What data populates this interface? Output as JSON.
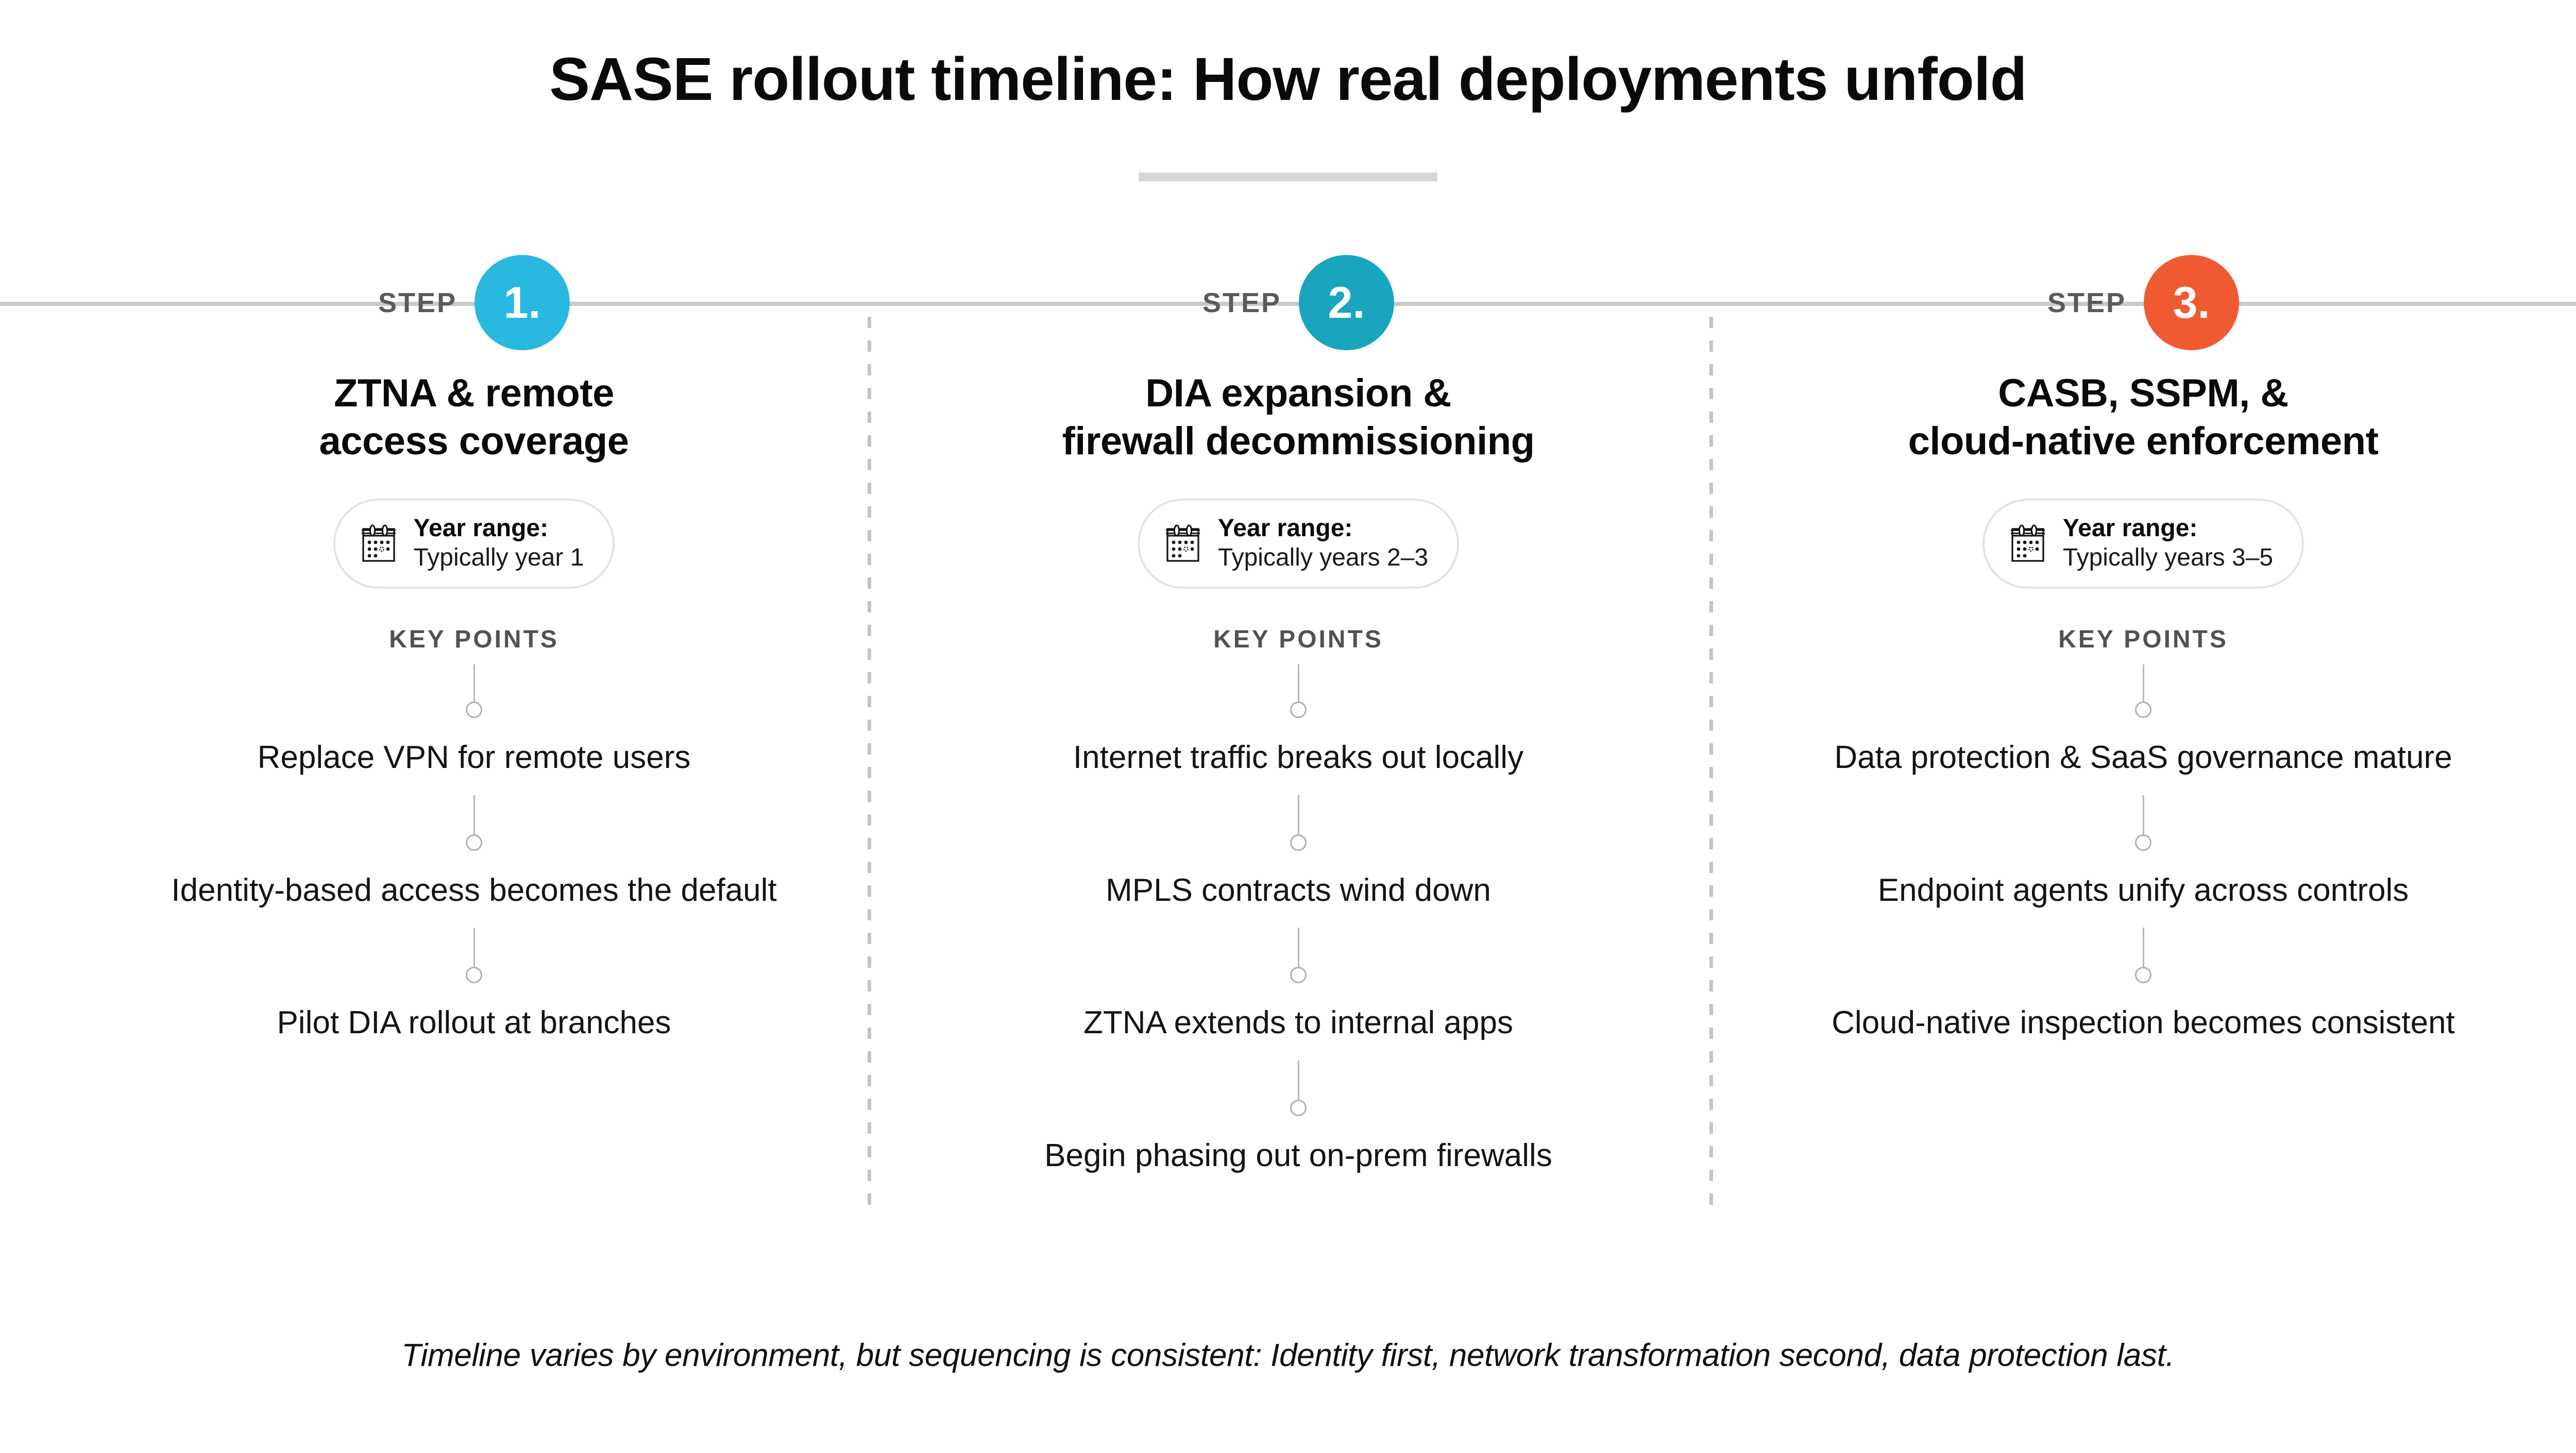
{
  "header": {
    "title": "SASE rollout timeline: How real deployments unfold",
    "accent_color": "#d6d6d6"
  },
  "labels": {
    "step_word": "STEP",
    "key_points_heading": "KEY POINTS",
    "year_range_label": "Year range:",
    "calendar_icon": "calendar-icon"
  },
  "steps": [
    {
      "number": "1.",
      "color": "#29b8e0",
      "heading_line1": "ZTNA & remote",
      "heading_line2": "access coverage",
      "year_range_label": "Year range:",
      "year_range_value": "Typically year 1",
      "key_points": [
        "Replace VPN for remote users",
        "Identity-based access becomes the default",
        "Pilot DIA rollout at branches"
      ]
    },
    {
      "number": "2.",
      "color": "#18a5bd",
      "heading_line1": "DIA expansion &",
      "heading_line2": "firewall decommissioning",
      "year_range_label": "Year range:",
      "year_range_value": "Typically years 2–3",
      "key_points": [
        "Internet traffic breaks out locally",
        "MPLS contracts wind down",
        "ZTNA extends to internal apps",
        "Begin phasing out on-prem firewalls"
      ]
    },
    {
      "number": "3.",
      "color": "#f05a32",
      "heading_line1": "CASB, SSPM, &",
      "heading_line2": "cloud-native enforcement",
      "year_range_label": "Year range:",
      "year_range_value": "Typically years 3–5",
      "key_points": [
        "Data protection & SaaS governance mature",
        "Endpoint agents unify across controls",
        "Cloud-native inspection becomes consistent"
      ]
    }
  ],
  "footer": {
    "note": "Timeline varies by environment, but sequencing is consistent: Identity first, network transformation second, data protection last."
  }
}
